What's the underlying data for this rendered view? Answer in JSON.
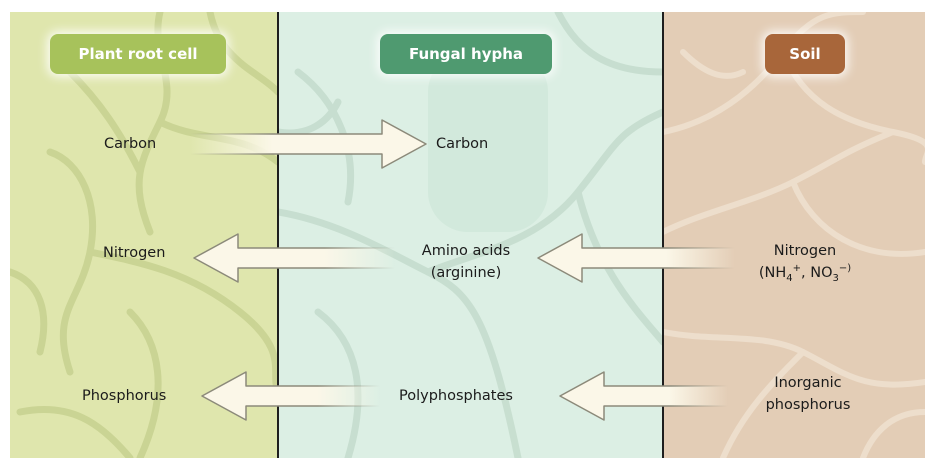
{
  "headers": {
    "plant": "Plant root cell",
    "hypha": "Fungal hypha",
    "soil": "Soil"
  },
  "labels": {
    "carbon_plant": "Carbon",
    "carbon_hypha": "Carbon",
    "nitrogen_plant": "Nitrogen",
    "amino_line1": "Amino acids",
    "amino_line2": "(arginine)",
    "nitrogen_soil_line1": "Nitrogen",
    "nh_prefix": "(NH",
    "nh_sub": "4",
    "nh_sup": "+",
    "no_prefix": ", NO",
    "no_sub": "3",
    "no_sup": "−)",
    "phosphorus_plant": "Phosphorus",
    "polyphosphates": "Polyphosphates",
    "inorganic_line1": "Inorganic",
    "inorganic_line2": "phosphorus"
  },
  "colors": {
    "plant_bg": "#dfe6ad",
    "hypha_bg": "#dcefe4",
    "soil_bg": "#e3cdb6",
    "plant_badge": "#a7c25b",
    "hypha_badge": "#4f9a70",
    "soil_badge": "#a8663a",
    "arrow_fill": "#fbf7e8",
    "arrow_stroke": "#8c8a7a"
  }
}
